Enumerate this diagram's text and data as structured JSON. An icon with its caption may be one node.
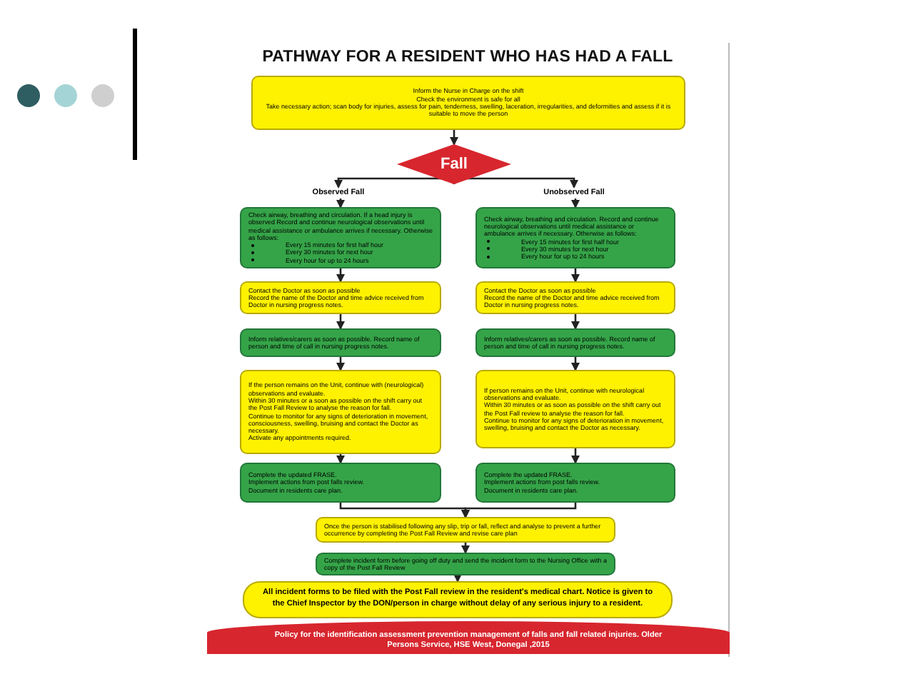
{
  "diagram": {
    "title": "PATHWAY FOR A RESIDENT WHO HAS HAD A FALL",
    "nodes": [
      {
        "text": [
          "Inform the Nurse in Charge on the shift",
          "Check the environment is safe for all",
          "Take necessary action; scan body for injuries, assess for pain, tenderness, swelling, laceration, irregularities, and deformities and assess if it is suitable to move the person"
        ]
      },
      {
        "text": [
          "Fall"
        ]
      },
      {
        "text": [
          "Observed Fall"
        ]
      },
      {
        "text": [
          "Unobserved Fall"
        ]
      },
      {
        "text": [
          "Check airway, breathing and circulation. If a head injury is observed Record and continue neurological observations until medical assistance or ambulance arrives if necessary. Otherwise as follows:",
          "Every 15 minutes for first half hour",
          "Every 30 minutes for next hour",
          "Every hour for up to 24 hours"
        ]
      },
      {
        "text": [
          "Check airway, breathing and circulation. Record and continue neurological observations until medical assistance or ambulance arrives if necessary. Otherwise as follows:",
          "Every 15 minutes for first half hour",
          "Every 30 minutes for next hour",
          "Every hour for up to 24 hours"
        ]
      },
      {
        "text": [
          "Contact the Doctor as soon as possible",
          "Record the name of the Doctor and time advice received from Doctor in nursing progress notes."
        ]
      },
      {
        "text": [
          "Contact the Doctor as soon as possible",
          "Record the name of the Doctor and time advice received from Doctor in nursing progress notes."
        ]
      },
      {
        "text": [
          "Inform relatives/carers as soon as possible. Record name of person and time of call in nursing progress notes."
        ]
      },
      {
        "text": [
          "Inform relatives/carers as soon as possible. Record name of person and time of call in nursing progress notes."
        ]
      },
      {
        "text": [
          "If the person remains on the Unit, continue with (neurological) observations and evaluate.",
          "Within 30 minutes or a soon as possible on the shift carry out the Post Fall Review to analyse the reason for fall.",
          "Continue to monitor for any signs of deterioration in movement, consciousness, swelling, bruising and contact the Doctor as necessary.",
          "Activate any appointments required."
        ]
      },
      {
        "text": [
          "If person remains on the Unit, continue with neurological observations and evaluate.",
          "Within 30 minutes or as soon as possible on the shift carry out the Post Fall review to analyse the reason for fall.",
          "Continue to monitor for any signs of deterioration in movement, swelling, bruising and contact the Doctor as necessary."
        ]
      },
      {
        "text": [
          "Complete the updated FRASE.",
          "Implement actions from post falls review.",
          "Document in residents care plan."
        ]
      },
      {
        "text": [
          "Complete the updated FRASE.",
          "Implement actions from post falls review.",
          "Document in residents care plan."
        ]
      },
      {
        "text": [
          "Once the person is stabilised following any slip, trip or fall, reflect and analyse to prevent a further occurrence by completing the Post Fall Review and revise care plan"
        ]
      },
      {
        "text": [
          "Complete incident form before going off duty and send the incident form to the Nursing Office with a copy of the Post Fall Review"
        ]
      },
      {
        "text": [
          "All incident forms to be filed with the Post Fall review in the resident's medical chart. Notice is given to the Chief Inspector by the DON/person in charge without delay of any serious injury to a resident."
        ]
      },
      {
        "text": [
          "Policy for the identification assessment prevention management of falls and fall related injuries. Older Persons Service, HSE West, Donegal ,2015"
        ]
      }
    ],
    "edges": [
      {
        "from": 0,
        "to": 1,
        "arrow": "to"
      },
      {
        "from": 1,
        "to": 2,
        "arrow": "to"
      },
      {
        "from": 1,
        "to": 3,
        "arrow": "to"
      },
      {
        "from": 2,
        "to": 4,
        "arrow": "to"
      },
      {
        "from": 3,
        "to": 5,
        "arrow": "to"
      },
      {
        "from": 4,
        "to": 6,
        "arrow": "to"
      },
      {
        "from": 6,
        "to": 8,
        "arrow": "to"
      },
      {
        "from": 8,
        "to": 10,
        "arrow": "to"
      },
      {
        "from": 10,
        "to": 12,
        "arrow": "to"
      },
      {
        "from": 5,
        "to": 7,
        "arrow": "to"
      },
      {
        "from": 7,
        "to": 9,
        "arrow": "to"
      },
      {
        "from": 9,
        "to": 11,
        "arrow": "to"
      },
      {
        "from": 11,
        "to": 13,
        "arrow": "to"
      },
      {
        "from": 12,
        "to": 14,
        "arrow": "to"
      },
      {
        "from": 13,
        "to": 14,
        "arrow": "to"
      },
      {
        "from": 14,
        "to": 15,
        "arrow": "to"
      },
      {
        "from": 15,
        "to": 16,
        "arrow": "to"
      }
    ]
  }
}
